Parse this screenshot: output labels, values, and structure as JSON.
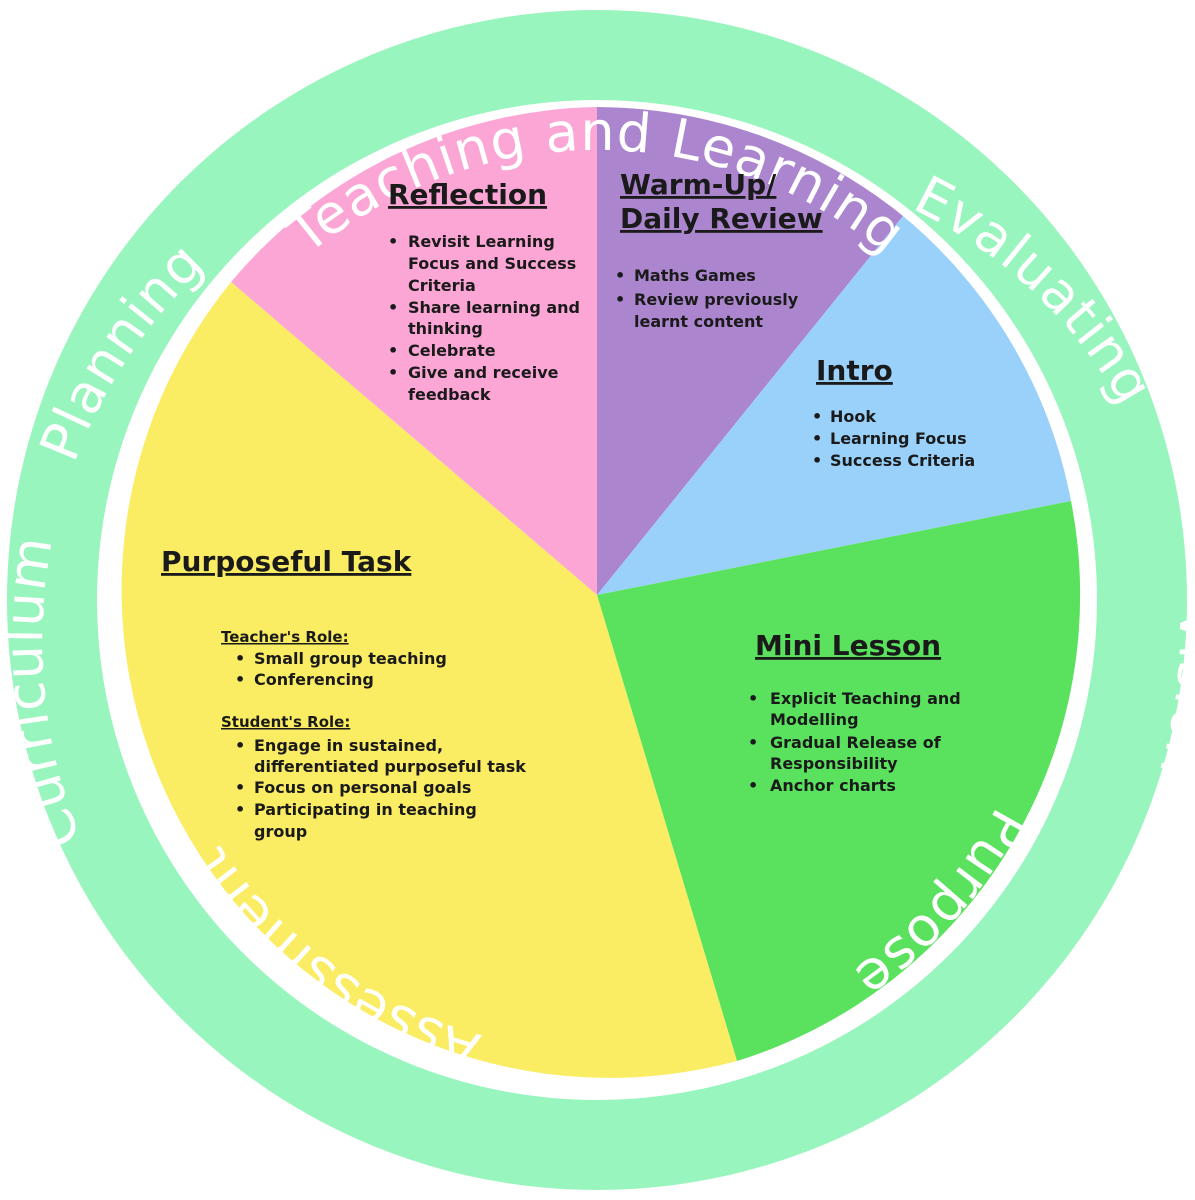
{
  "colors": {
    "ring": "#98f5bd",
    "ring_text": "#ffffff",
    "reflection": "#fca6d6",
    "warmup": "#ab86cf",
    "intro": "#99d1fb",
    "mini_lesson": "#5ae25e",
    "purposeful_task": "#faed64",
    "text": "#1a1a1a"
  },
  "ring_labels": {
    "teaching_and_learning": "Teaching and Learning",
    "evaluating": "Evaluating",
    "vision": "Vision",
    "purpose": "Purpose",
    "assessment": "Assessment",
    "curriculum": "Curriculum",
    "planning": "Planning"
  },
  "segments": {
    "reflection": {
      "title": "Reflection",
      "bullets": [
        "Revisit Learning",
        "Focus and Success",
        "Criteria",
        "Share learning and",
        "thinking",
        "Celebrate",
        "Give and receive",
        "feedback"
      ]
    },
    "warmup": {
      "title_line1": "Warm-Up/",
      "title_line2": "Daily Review",
      "bullets": [
        "Maths Games",
        "Review previously",
        "learnt content"
      ]
    },
    "intro": {
      "title": "Intro",
      "bullets": [
        "Hook",
        "Learning Focus",
        "Success Criteria"
      ]
    },
    "mini_lesson": {
      "title": "Mini Lesson",
      "bullets": [
        "Explicit Teaching and",
        "Modelling",
        "Gradual Release of",
        "Responsibility",
        "Anchor charts"
      ]
    },
    "purposeful_task": {
      "title": "Purposeful Task",
      "teacher_role": "Teacher's  Role:",
      "teacher_bullets": [
        "Small group teaching",
        "Conferencing"
      ],
      "student_role": "Student's Role:",
      "student_bullets": [
        "Engage in sustained,",
        "differentiated purposeful task",
        "Focus on personal goals",
        "Participating in teaching",
        "group"
      ]
    }
  }
}
